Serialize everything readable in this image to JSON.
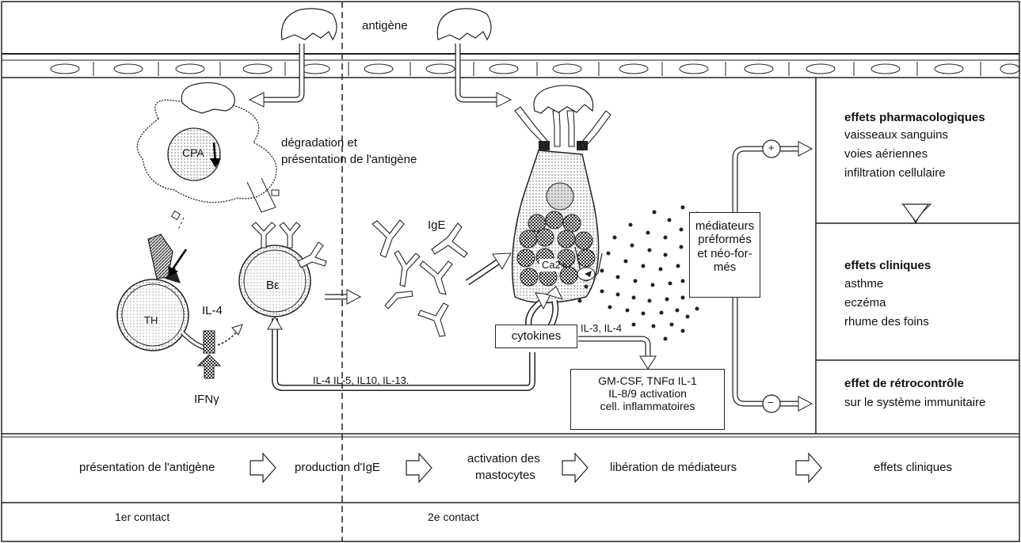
{
  "labels": {
    "antigen": "antigène",
    "cpa": "CPA",
    "degradation": "dégradation et",
    "presentation": "présentation de l'antigène",
    "th": "TH",
    "be": "Bε",
    "il4": "IL-4",
    "ifng": "IFNγ",
    "ige": "IgE",
    "ca": "Ca2+",
    "cytokines": "cytokines",
    "il3il4": "IL-3, IL-4",
    "il_list": "IL-4  IL-5, IL10, IL-13.",
    "gm_line1": "GM-CSF, TNFα IL-1",
    "gm_line2": "IL-8/9 activation",
    "gm_line3": "cell. inflammatoires",
    "med_line1": "médiateurs",
    "med_line2": "préformés",
    "med_line3": "et néo-for-",
    "med_line4": "més",
    "plus": "+",
    "minus": "−"
  },
  "effects": {
    "pharma_title": "effets pharmacologiques",
    "pharma_items": [
      "vaisseaux sanguins",
      "voies aériennes",
      "infiltration cellulaire"
    ],
    "clin_title": "effets cliniques",
    "clin_items": [
      "asthme",
      "eczéma",
      "rhume des foins"
    ],
    "retro_title": "effet de rétrocontrôle",
    "retro_item": "sur le système immunitaire"
  },
  "steps": [
    "présentation de l'antigène",
    "production d'IgE",
    "activation des",
    "mastocytes",
    "libération de médiateurs",
    "effets cliniques"
  ],
  "contacts": {
    "first": "1er contact",
    "second": "2e contact"
  }
}
